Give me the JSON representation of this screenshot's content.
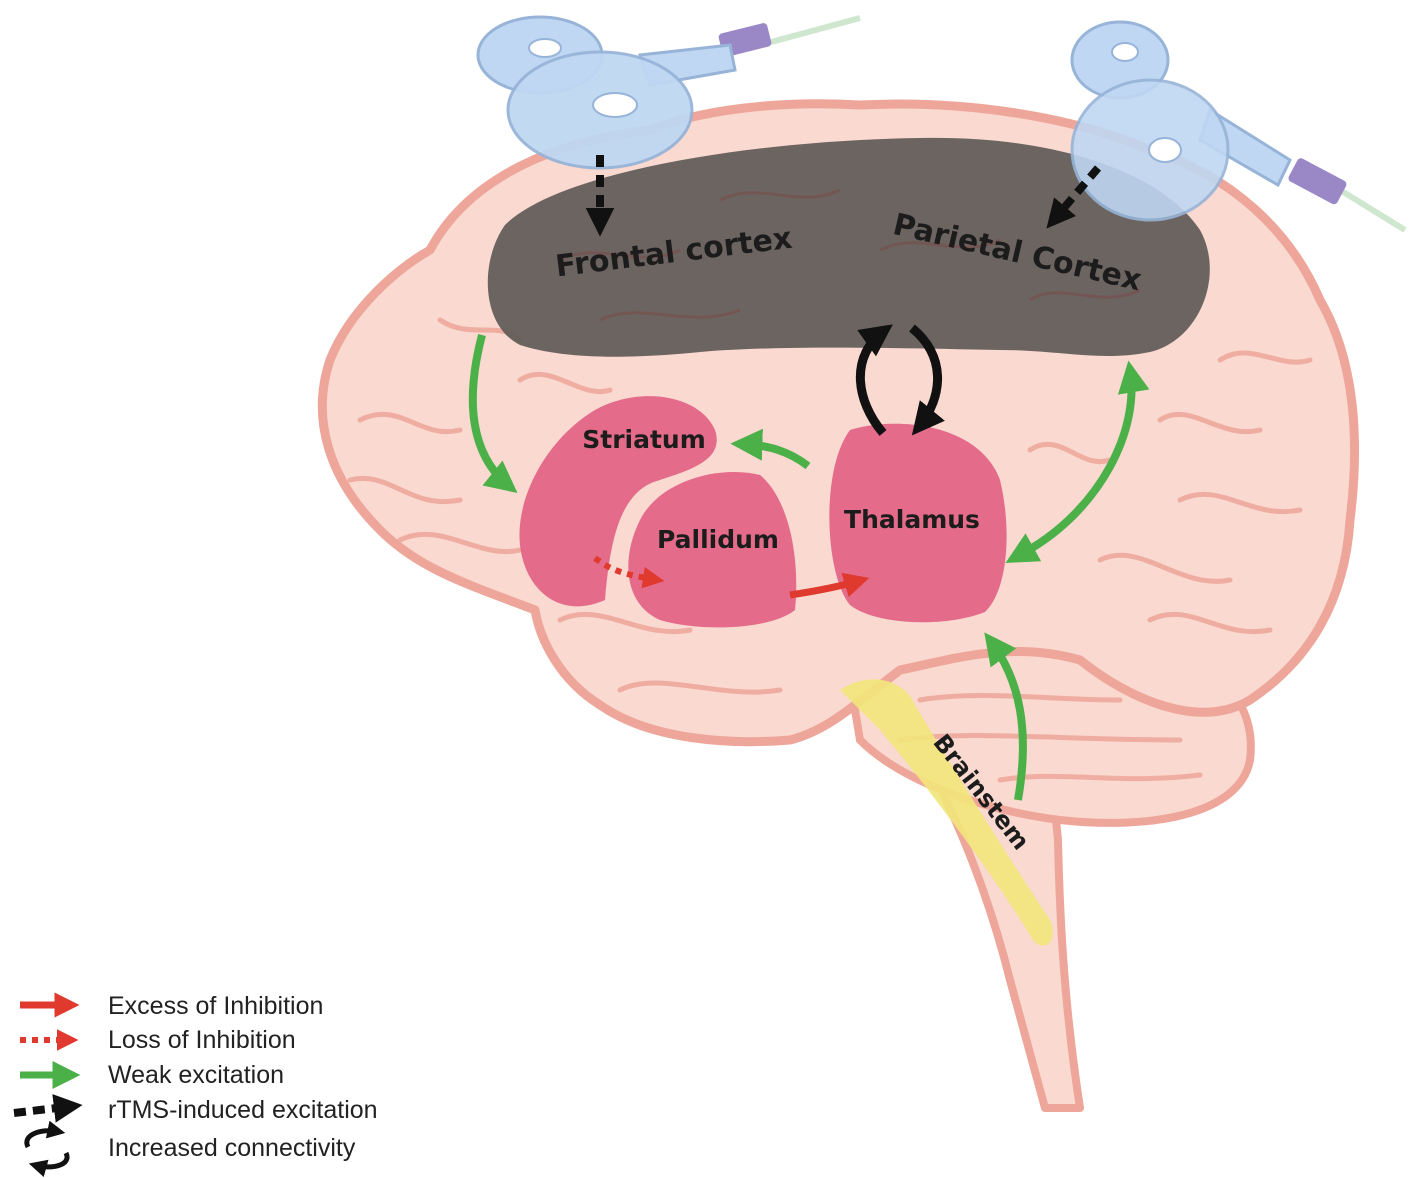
{
  "diagram": {
    "regions": {
      "frontal": "Frontal cortex",
      "parietal": "Parietal Cortex",
      "striatum": "Striatum",
      "pallidum": "Pallidum",
      "thalamus": "Thalamus",
      "brainstem": "Brainstem"
    },
    "legend": [
      {
        "label": "Excess of Inhibition"
      },
      {
        "label": "Loss of Inhibition"
      },
      {
        "label": "Weak excitation"
      },
      {
        "label": "rTMS-induced excitation"
      },
      {
        "label": "Increased connectivity"
      }
    ],
    "colors": {
      "brain_fill": "#f9d9d0",
      "brain_outline": "#eea69a",
      "cortex_band": "#5f5a56",
      "nuclei": "#e0577e",
      "brainstem": "#f2e57a",
      "coil": "#bfd7f2",
      "inhibition": "#e03a2e",
      "excitation": "#4cb049",
      "rtms": "#111111"
    },
    "icons": [
      "tms-coil-icon",
      "curved-arrow-icon",
      "dashed-arrow-icon",
      "cycle-arrows-icon"
    ]
  }
}
